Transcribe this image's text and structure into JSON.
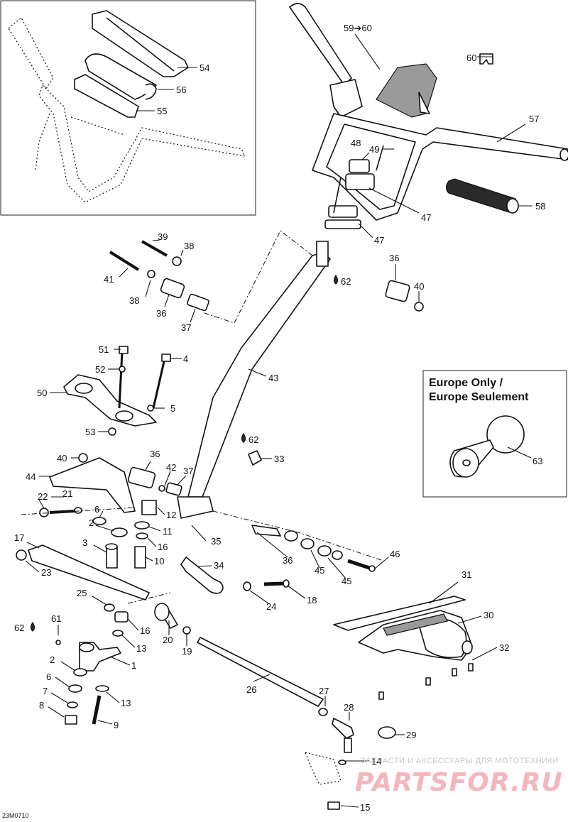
{
  "document_id": "23M0710",
  "europe_box": {
    "title_line1": "Europe Only /",
    "title_line2": "Europe Seulement",
    "part": "63"
  },
  "callouts": {
    "c59": "59➔60",
    "c60": "60",
    "c57": "57",
    "c58": "58",
    "c49": "49",
    "c48": "48",
    "c47a": "47",
    "c47b": "47",
    "c54": "54",
    "c56": "56",
    "c55": "55",
    "c39": "39",
    "c38a": "38",
    "c41": "41",
    "c38b": "38",
    "c36a": "36",
    "c37a": "37",
    "c36b": "36",
    "c40a": "40",
    "c62a": "62",
    "c43": "43",
    "c51": "51",
    "c4": "4",
    "c52": "52",
    "c50": "50",
    "c5": "5",
    "c53": "53",
    "c62b": "62",
    "c33": "33",
    "c40b": "40",
    "c36c": "36",
    "c42": "42",
    "c37b": "37",
    "c44": "44",
    "c22": "22",
    "c21": "21",
    "c6a": "6",
    "c12": "12",
    "c2a": "2",
    "c11": "11",
    "c16a": "16",
    "c17": "17",
    "c3": "3",
    "c10": "10",
    "c23": "23",
    "c35": "35",
    "c36d": "36",
    "c45a": "45",
    "c45b": "45",
    "c46": "46",
    "c34": "34",
    "c24": "24",
    "c18": "18",
    "c25": "25",
    "c16b": "16",
    "c20": "20",
    "c19": "19",
    "c13a": "13",
    "c62c": "62",
    "c61": "61",
    "c1": "1",
    "c2b": "2",
    "c6b": "6",
    "c7": "7",
    "c8": "8",
    "c13b": "13",
    "c9": "9",
    "c26": "26",
    "c27": "27",
    "c28": "28",
    "c29": "29",
    "c14": "14",
    "c15": "15",
    "c31": "31",
    "c30": "30",
    "c32": "32"
  },
  "watermark": {
    "caption": "ЗАПЧАСТИ И АКСЕССУАРЫ ДЛЯ МОТОТЕХНИКИ",
    "brand": "PARTSFOR.RU"
  },
  "icons": [
    "oil-drop-icon",
    "arrow-right-icon"
  ]
}
